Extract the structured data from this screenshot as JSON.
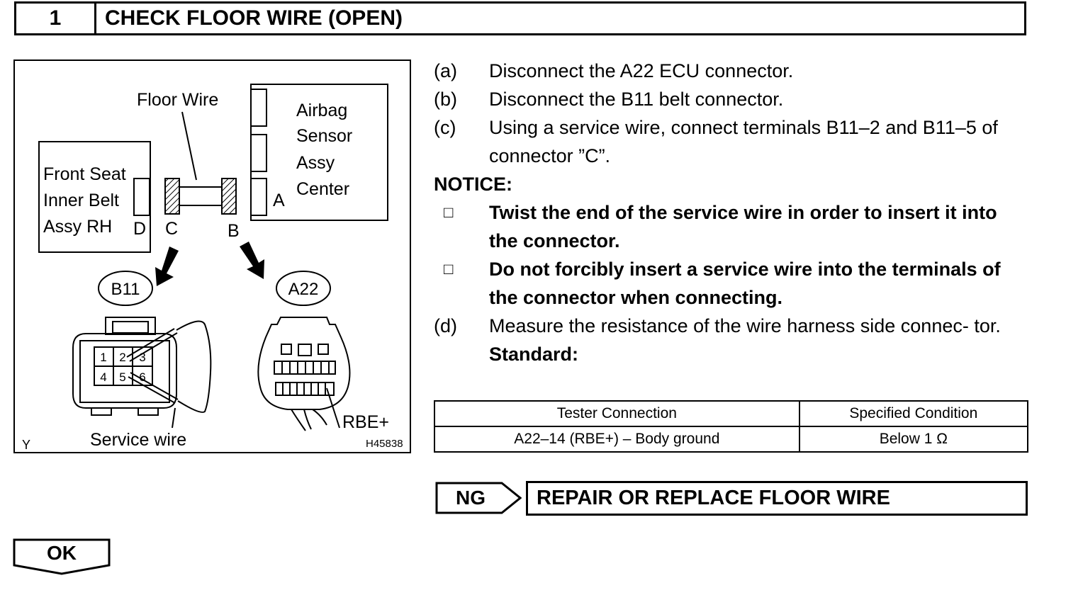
{
  "header": {
    "step": "1",
    "title": "CHECK FLOOR WIRE (OPEN)"
  },
  "figure": {
    "floor_wire": "Floor Wire",
    "airbag": [
      "Airbag",
      "Sensor",
      "Assy",
      "Center"
    ],
    "front_seat": [
      "Front Seat",
      "Inner Belt",
      "Assy RH"
    ],
    "label_a": "A",
    "label_b": "B",
    "label_c": "C",
    "label_d": "D",
    "b11": "B11",
    "a22": "A22",
    "pins_top": [
      "1",
      "2",
      "3"
    ],
    "pins_bottom": [
      "4",
      "5",
      "6"
    ],
    "service_wire": "Service wire",
    "rbe": "RBE+",
    "corner_y": "Y",
    "fig_code": "H45838"
  },
  "steps": [
    {
      "tag": "(a)",
      "text": "Disconnect the A22 ECU connector."
    },
    {
      "tag": "(b)",
      "text": "Disconnect the B11 belt connector."
    },
    {
      "tag": "(c)",
      "text": "Using a service wire, connect terminals B11–2 and B11–5 of connector ”C”."
    }
  ],
  "notice": {
    "title": "NOTICE:",
    "items": [
      "Twist the end of the service wire in order to insert it into the connector.",
      "Do not forcibly insert a service wire into the terminals of the connector when connecting."
    ],
    "bullet": "□"
  },
  "step_d": {
    "tag": "(d)",
    "text": "Measure the resistance of the wire harness side connec- tor.",
    "standard": "Standard:"
  },
  "table": {
    "headers": [
      "Tester Connection",
      "Specified Condition"
    ],
    "rows": [
      [
        "A22–14 (RBE+) – Body ground",
        "Below 1 Ω"
      ]
    ]
  },
  "ng": {
    "label": "NG",
    "result": "REPAIR OR REPLACE FLOOR WIRE"
  },
  "ok": {
    "label": "OK"
  }
}
